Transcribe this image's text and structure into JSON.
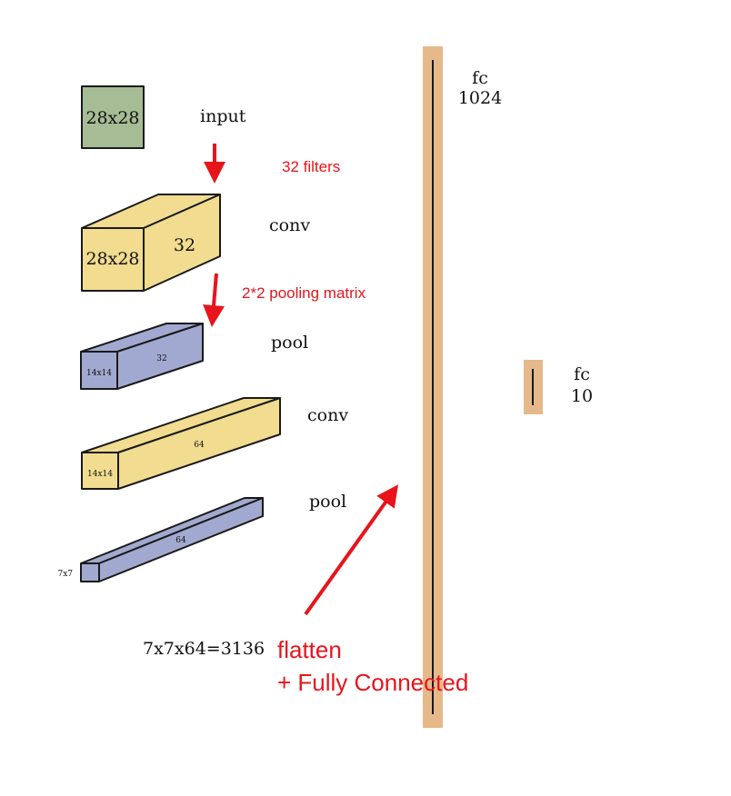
{
  "input": {
    "size_label": "28x28",
    "label": "input",
    "color": "#a6bc95"
  },
  "conv1": {
    "front_label": "28x28",
    "side_label": "32",
    "label": "conv",
    "color": "#f1dc8f"
  },
  "pool1": {
    "front_label": "14x14",
    "side_label": "32",
    "label": "pool",
    "color": "#a2a9d0"
  },
  "conv2": {
    "front_label": "14x14",
    "side_label": "64",
    "label": "conv",
    "color": "#f1dc8f"
  },
  "pool2": {
    "front_label": "7x7",
    "side_label": "64",
    "label": "pool",
    "color": "#a2a9d0"
  },
  "flatten_calc": "7x7x64=3136",
  "fc1": {
    "label_line1": "fc",
    "label_line2": "1024",
    "color": "#e6b98a"
  },
  "fc2": {
    "label_line1": "fc",
    "label_line2": "10",
    "color": "#e6b98a"
  },
  "annotations": {
    "filters": "32 filters",
    "pooling": "2*2 pooling matrix",
    "flatten_line1": "flatten",
    "flatten_line2": "+ Fully Connected",
    "color": "#e8141c"
  }
}
